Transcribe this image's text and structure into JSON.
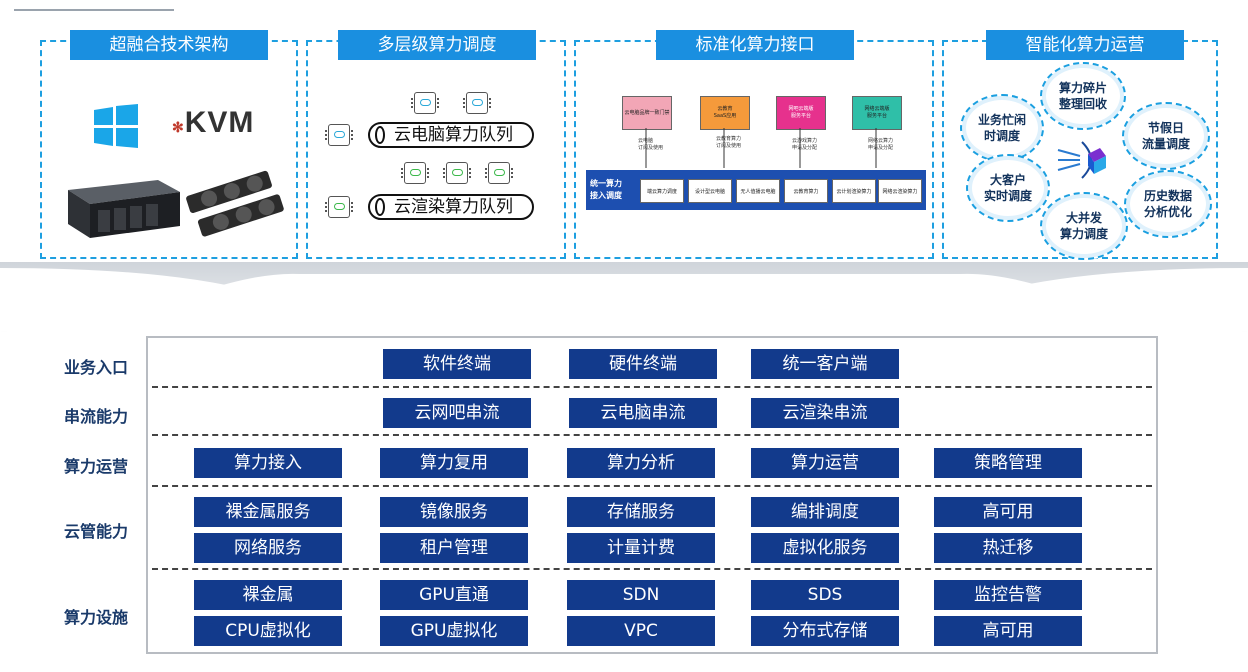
{
  "panels": [
    {
      "title": "超融合技术架构"
    },
    {
      "title": "多层级算力调度"
    },
    {
      "title": "标准化算力接口"
    },
    {
      "title": "智能化算力运营"
    }
  ],
  "hyper": {
    "kvm_label": "KVM"
  },
  "scheduling": {
    "queue_cloud_pc": "云电脑算力队列",
    "queue_cloud_render": "云渲染算力队列"
  },
  "api": {
    "top_boxes": [
      "云电脑品牌一致门禁",
      "云教育\nSaaS应用",
      "网吧云端版\n服务平台",
      "网络云端版\n服务平台"
    ],
    "top_colors": [
      "#f2a6b6",
      "#f59a3b",
      "#e6318d",
      "#2fbfa8"
    ],
    "notes": [
      "云电脑\n订阅及使用",
      "云教育算力\n订阅及使用",
      "云游戏算力\n申请及分配",
      "网络云算力\n申请及分配"
    ],
    "side_label": "统一算力\n接入调度",
    "sub_boxes": [
      "端云算力调度",
      "设计型云电脑",
      "无人值播云电脑",
      "云教育算力",
      "云计划渲染算力",
      "网络云渲染算力"
    ]
  },
  "ops": {
    "bubbles": [
      "业务忙闲\n时调度",
      "算力碎片\n整理回收",
      "节假日\n流量调度",
      "大客户\n实时调度",
      "历史数据\n分析优化",
      "大并发\n算力调度"
    ]
  },
  "layers": [
    {
      "label": "业务入口",
      "cells": [
        "软件终端",
        "硬件终端",
        "统一客户端"
      ]
    },
    {
      "label": "串流能力",
      "cells": [
        "云网吧串流",
        "云电脑串流",
        "云渲染串流"
      ]
    },
    {
      "label": "算力运营",
      "cells": [
        "算力接入",
        "算力复用",
        "算力分析",
        "算力运营",
        "策略管理"
      ]
    },
    {
      "label": "云管能力",
      "cells": [
        "裸金属服务",
        "镜像服务",
        "存储服务",
        "编排调度",
        "高可用",
        "网络服务",
        "租户管理",
        "计量计费",
        "虚拟化服务",
        "热迁移"
      ]
    },
    {
      "label": "算力设施",
      "cells": [
        "裸金属",
        "GPU直通",
        "SDN",
        "SDS",
        "监控告警",
        "CPU虚拟化",
        "GPU虚拟化",
        "VPC",
        "分布式存储",
        "高可用"
      ]
    }
  ]
}
